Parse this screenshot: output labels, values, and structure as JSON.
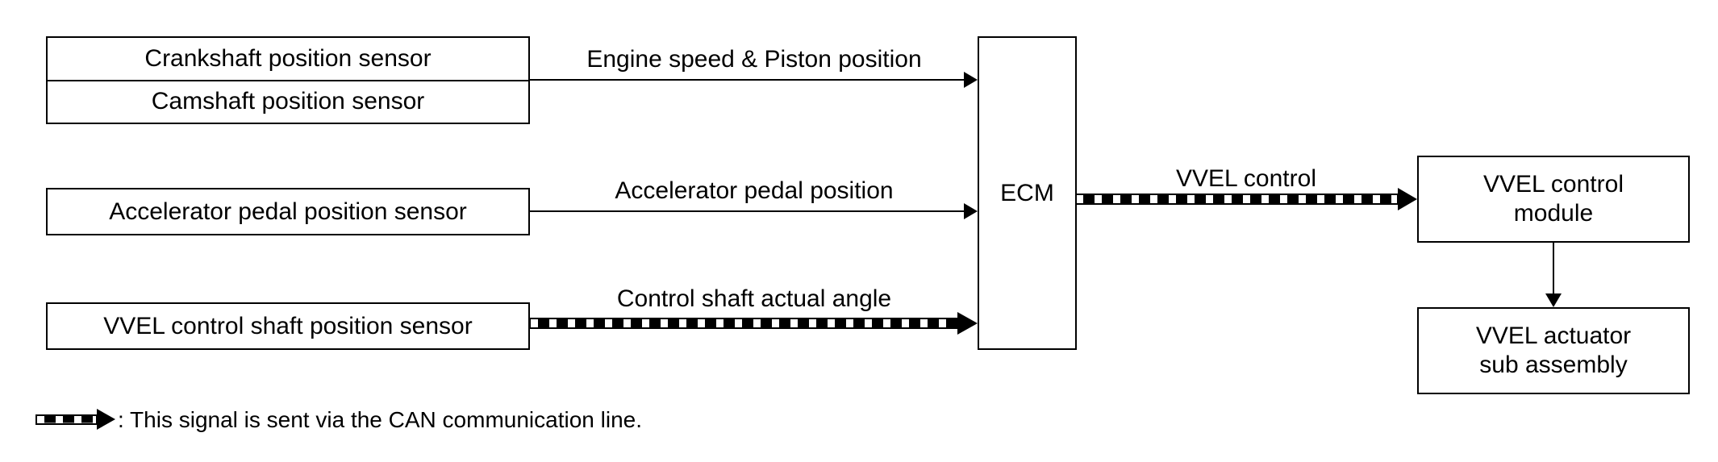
{
  "boxes": {
    "crankshaft": "Crankshaft position sensor",
    "camshaft": "Camshaft position sensor",
    "accelerator": "Accelerator pedal position sensor",
    "vvel_shaft": "VVEL control shaft position sensor",
    "ecm": "ECM",
    "vvel_module_line1": "VVEL control",
    "vvel_module_line2": "module",
    "vvel_actuator_line1": "VVEL actuator",
    "vvel_actuator_line2": "sub assembly"
  },
  "signals": {
    "engine_speed": "Engine speed & Piston position",
    "accelerator_position": "Accelerator pedal position",
    "control_shaft_angle": "Control shaft actual angle",
    "vvel_control": "VVEL control"
  },
  "legend": {
    "text": ": This signal is sent via the CAN communication line."
  },
  "colors": {
    "line": "#000000",
    "background": "#ffffff"
  }
}
